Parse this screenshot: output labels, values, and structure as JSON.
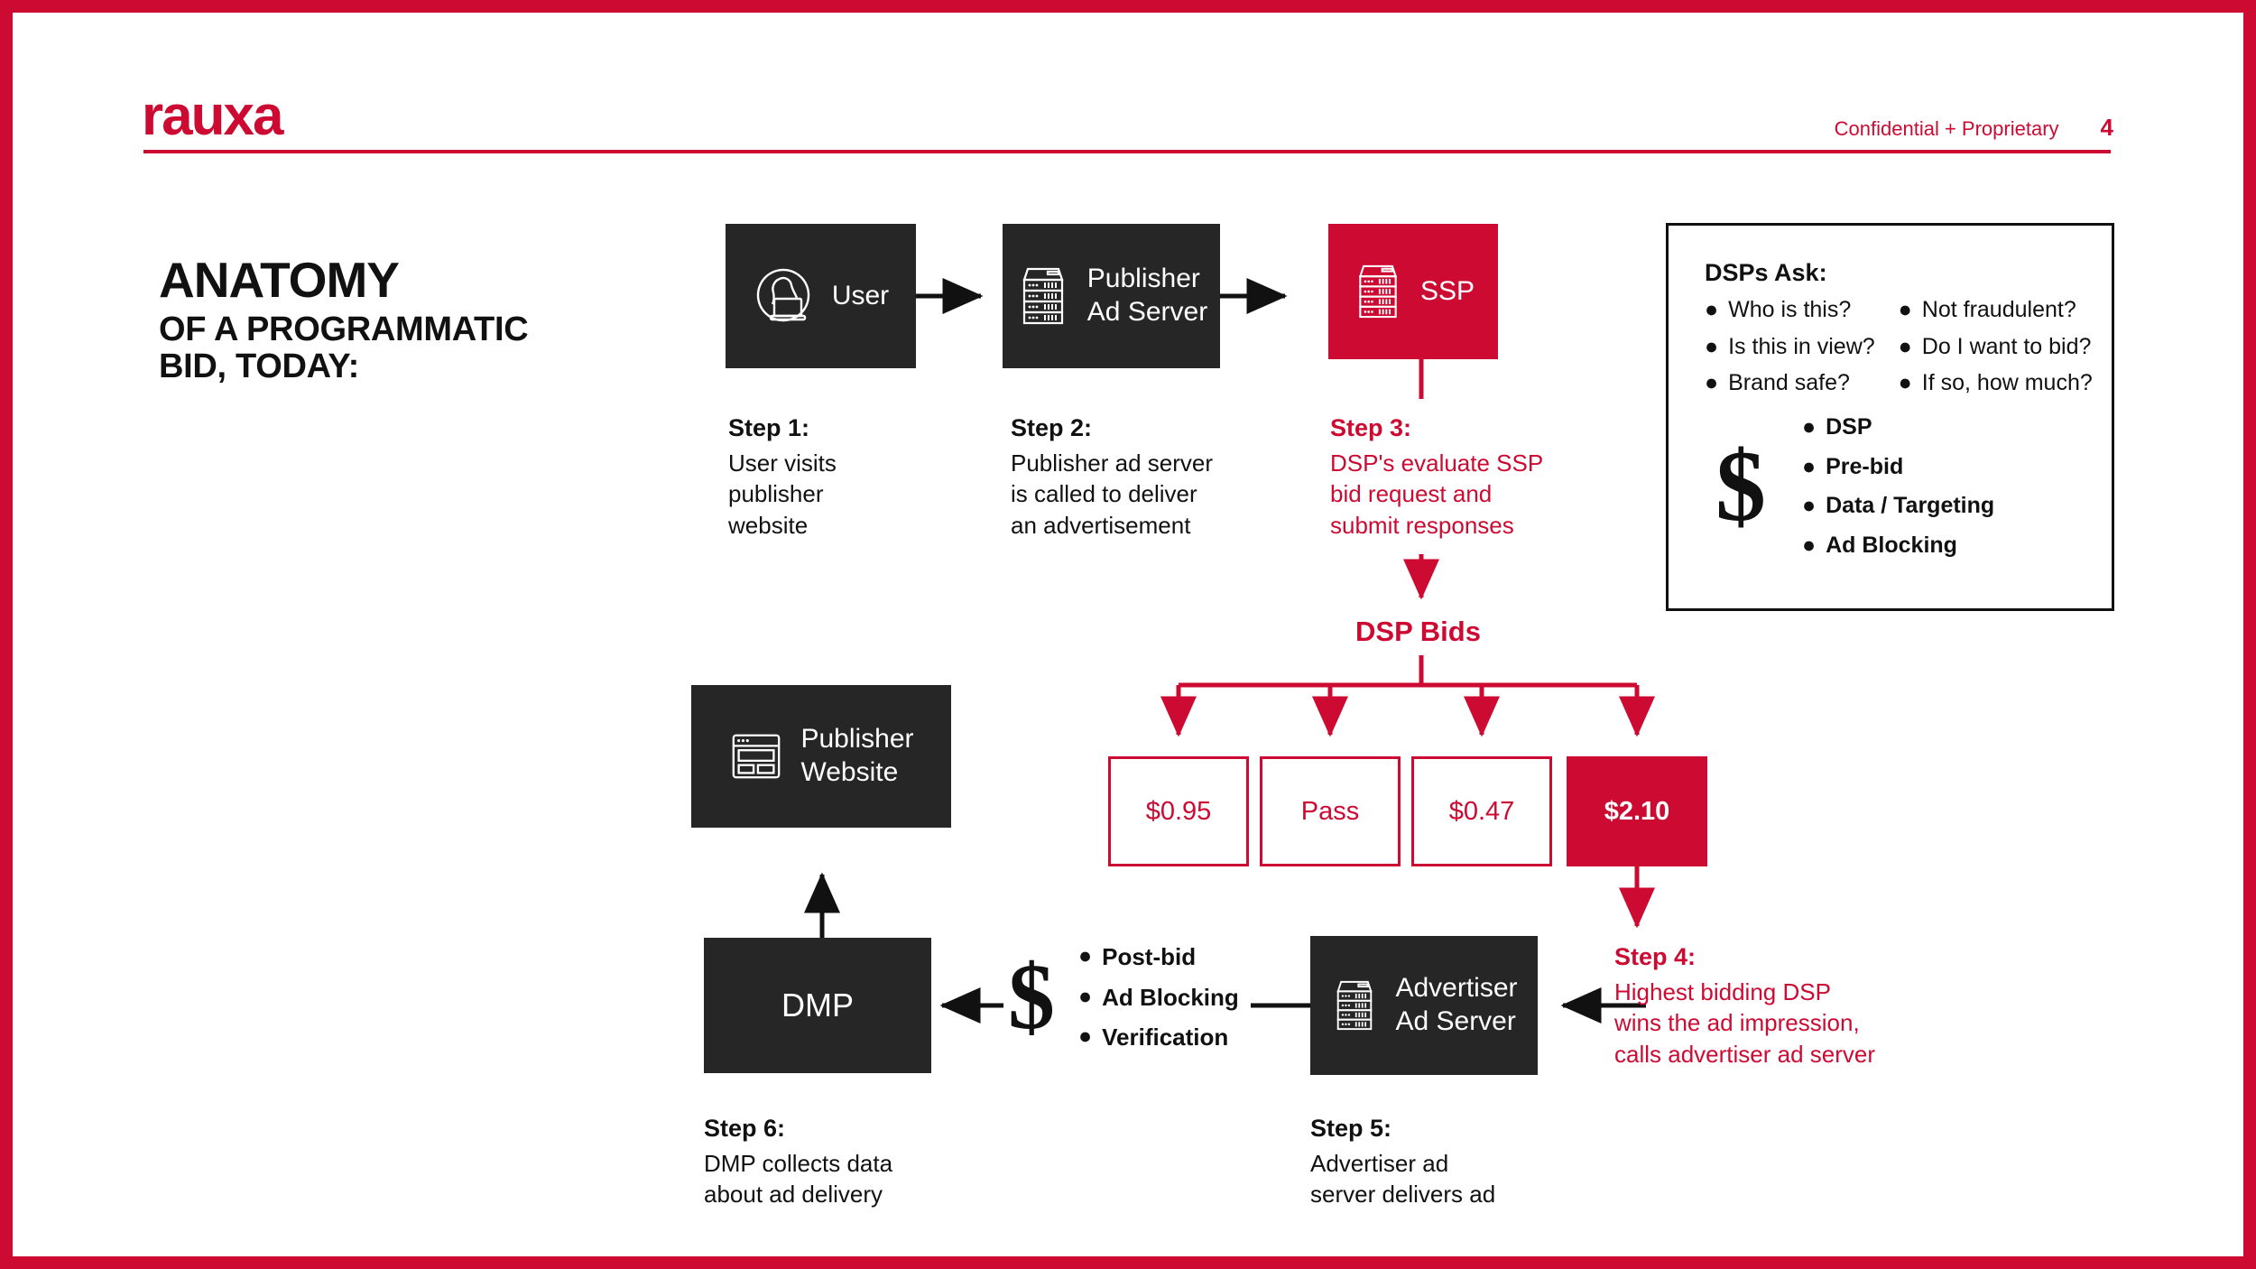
{
  "brand": {
    "logo": "rauxa",
    "accent_color": "#cd0b32",
    "dark_color": "#262626"
  },
  "header": {
    "confidential": "Confidential + Proprietary",
    "page_number": "4"
  },
  "title": {
    "line1": "ANATOMY",
    "line2": "OF A PROGRAMMATIC",
    "line3": "BID, TODAY:"
  },
  "nodes": {
    "user": "User",
    "publisher_ad_server": "Publisher\nAd Server",
    "ssp": "SSP",
    "publisher_website": "Publisher\nWebsite",
    "dmp": "DMP",
    "advertiser_ad_server": "Advertiser\nAd Server"
  },
  "steps": [
    {
      "id": "step-1",
      "title": "Step 1:",
      "body": "User visits\npublisher\nwebsite",
      "color": "#111111"
    },
    {
      "id": "step-2",
      "title": "Step 2:",
      "body": "Publisher ad server\nis called to deliver\nan advertisement",
      "color": "#111111"
    },
    {
      "id": "step-3",
      "title": "Step 3:",
      "body": "DSP's evaluate SSP\nbid request and\nsubmit responses",
      "color": "#cd0b32"
    },
    {
      "id": "step-4",
      "title": "Step 4:",
      "body": "Highest bidding DSP\nwins the ad impression,\ncalls advertiser ad server",
      "color": "#cd0b32"
    },
    {
      "id": "step-5",
      "title": "Step 5:",
      "body": "Advertiser ad\nserver delivers ad",
      "color": "#111111"
    },
    {
      "id": "step-6",
      "title": "Step 6:",
      "body": "DMP collects data\nabout ad delivery",
      "color": "#111111"
    }
  ],
  "dsps_ask_panel": {
    "title": "DSPs Ask:",
    "column_left": [
      "Who is this?",
      "Is this in view?",
      "Brand safe?"
    ],
    "column_right": [
      "Not fraudulent?",
      "Do I want to bid?",
      "If so, how much?"
    ],
    "money_icon": "$",
    "money_items": [
      "DSP",
      "Pre-bid",
      "Data / Targeting",
      "Ad Blocking"
    ]
  },
  "dsp_bids": {
    "label": "DSP Bids",
    "bids": [
      {
        "value": "$0.95",
        "winner": false
      },
      {
        "value": "Pass",
        "winner": false
      },
      {
        "value": "$0.47",
        "winner": false
      },
      {
        "value": "$2.10",
        "winner": true
      }
    ]
  },
  "post_bid_money": {
    "money_icon": "$",
    "items": [
      "Post-bid",
      "Ad Blocking",
      "Verification"
    ]
  }
}
